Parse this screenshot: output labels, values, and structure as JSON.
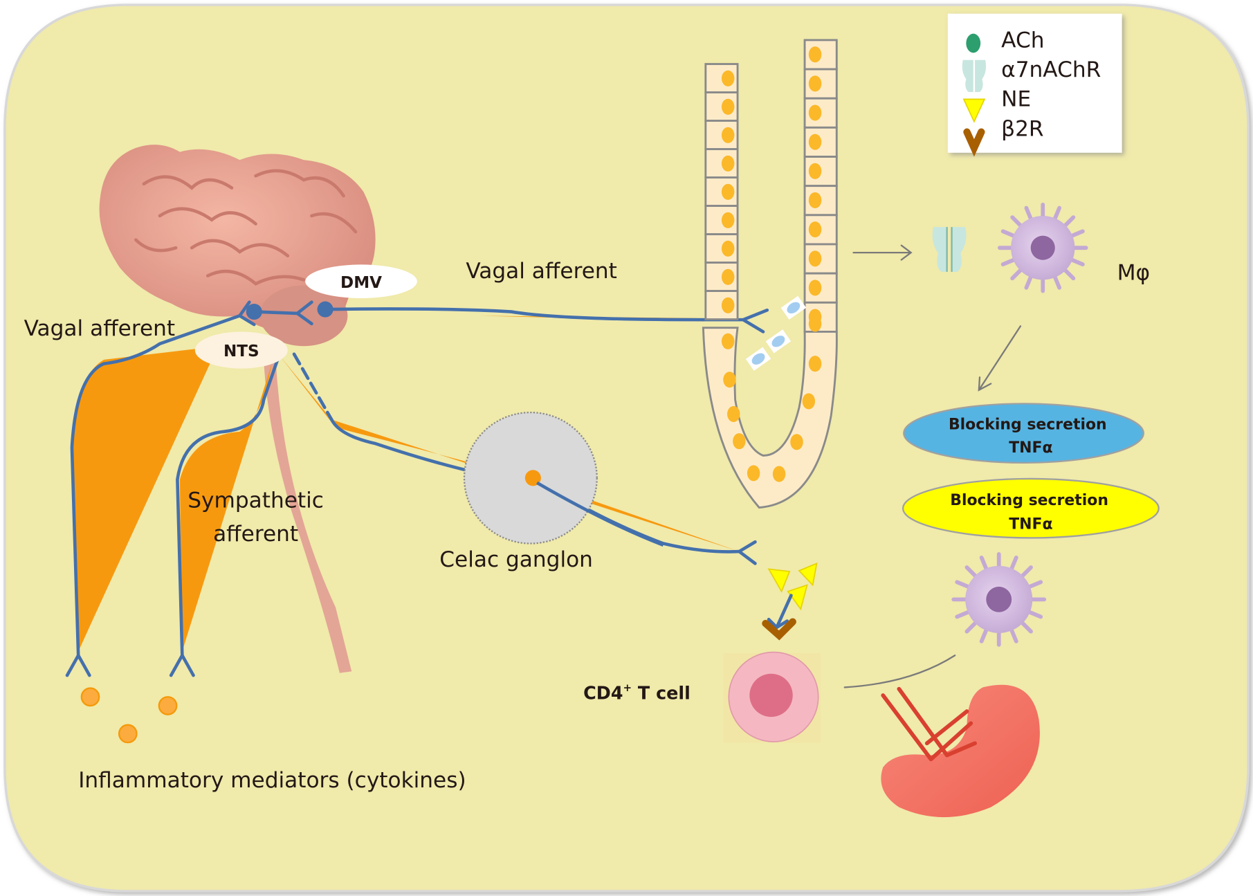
{
  "legend": {
    "items": [
      {
        "icon": "ach-icon",
        "label": "ACh"
      },
      {
        "icon": "a7nachr-receptor-icon",
        "label": "α7nAChR"
      },
      {
        "icon": "ne-triangle-icon",
        "label": "NE"
      },
      {
        "icon": "b2r-receptor-icon",
        "label": "β2R"
      }
    ]
  },
  "labels": {
    "dmv": "DMV",
    "nts": "NTS",
    "vagal_afferent_left": "Vagal afferent",
    "vagal_afferent_top": "Vagal afferent",
    "sympathetic_line1": "Sympathetic",
    "sympathetic_line2": "afferent",
    "celiac_ganglion": "Celac ganglon",
    "macrophage": "Mφ",
    "cd4_main": "CD4",
    "cd4_sup": "+",
    "cd4_rest": " T cell",
    "inflammatory": "Inflammatory mediators (cytokines)"
  },
  "boxes": [
    {
      "line1": "Blocking secretion",
      "line2": "TNFα",
      "color": "#56b4e2"
    },
    {
      "line1": "Blocking secretion",
      "line2": "TNFα",
      "color": "#ffff00"
    }
  ],
  "colors": {
    "background": "#f0eaab",
    "nerve": "#4470ac",
    "afferent_fill": "#f7990f",
    "cytokine": "#fcab3e",
    "ach": "#2d9e6e",
    "ne": "#ffff00",
    "b2r": "#a85f00"
  }
}
